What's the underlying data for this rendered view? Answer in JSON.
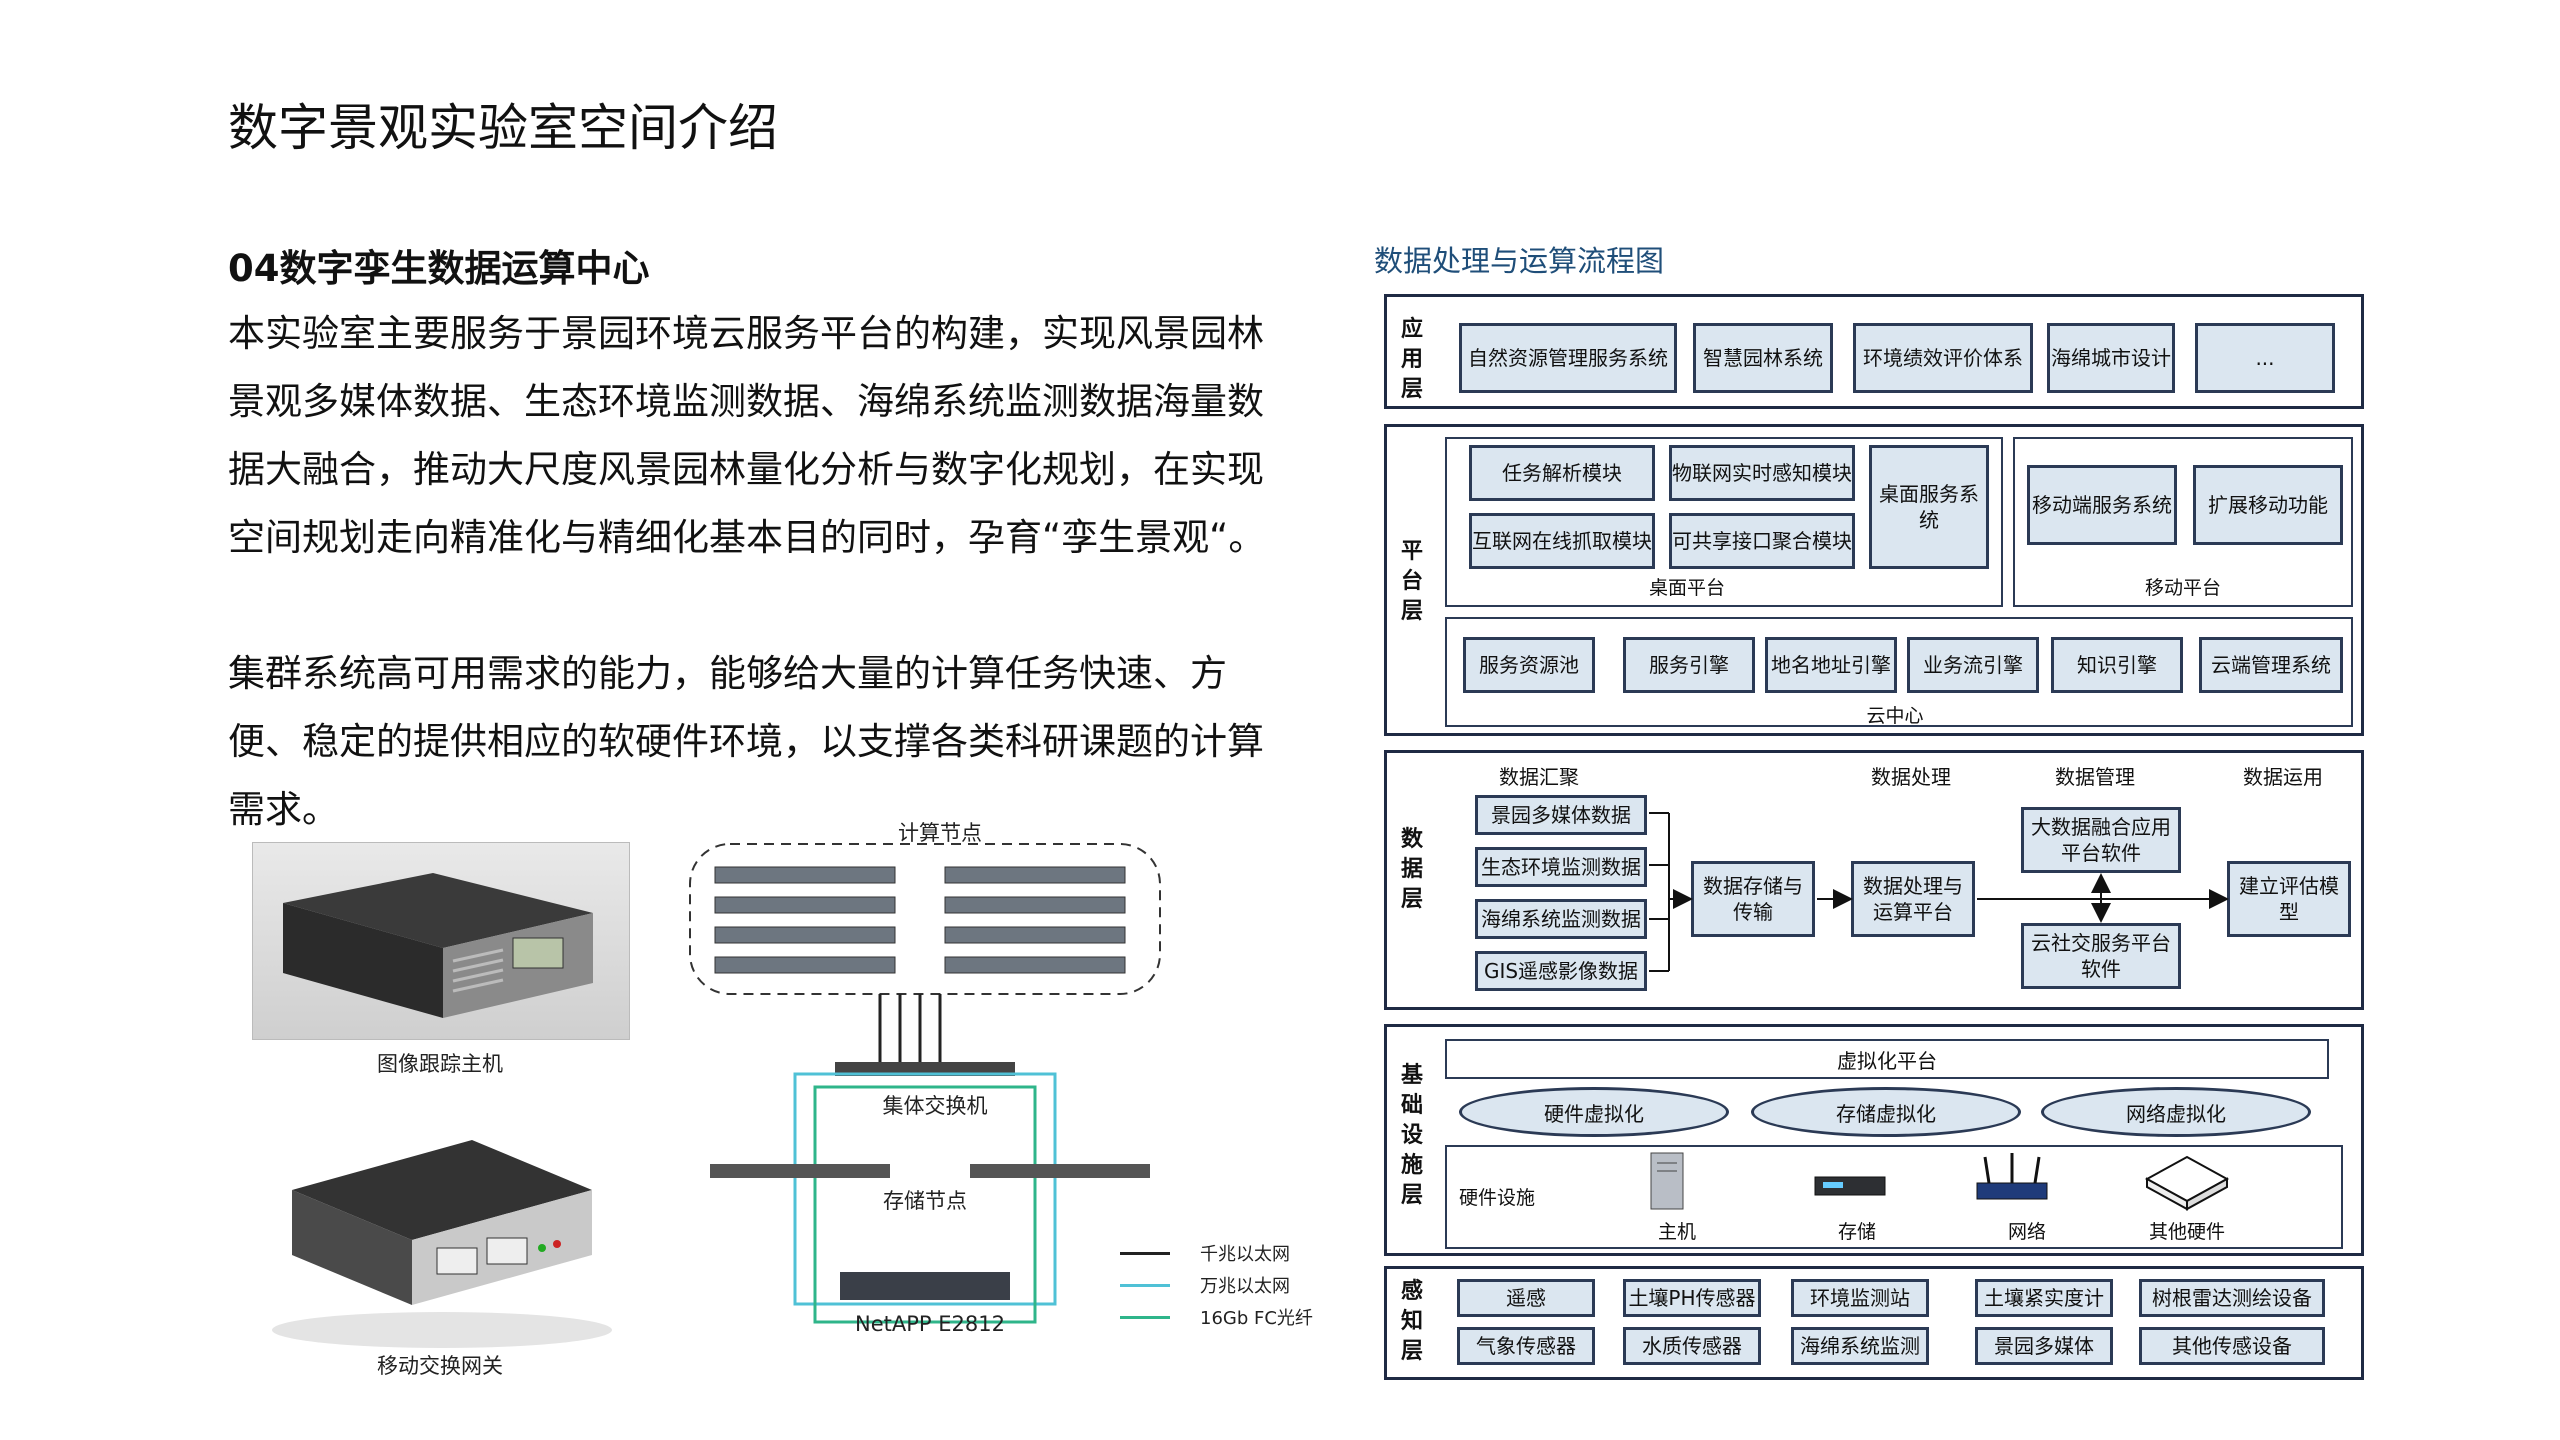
{
  "page": {
    "title": "数字景观实验室空间介绍",
    "subtitle": "04数字孪生数据运算中心",
    "para1": "本实验室主要服务于景园环境云服务平台的构建，实现风景园林景观多媒体数据、生态环境监测数据、海绵系统监测数据海量数据大融合，推动大尺度风景园林量化分析与数字化规划，在实现空间规划走向精准化与精细化基本目的同时，孕育“孪生景观“。",
    "para2": "集群系统高可用需求的能力，能够给大量的计算任务快速、方便、稳定的提供相应的软硬件环境，以支撑各类科研课题的计算需求。"
  },
  "photos": {
    "host_caption": "图像跟踪主机",
    "gateway_caption": "移动交换网关"
  },
  "network": {
    "compute_nodes": "计算节点",
    "switch": "集体交换机",
    "storage_nodes": "存储节点",
    "netapp": "NetAPP E2812",
    "legend": [
      "千兆以太网",
      "万兆以太网",
      "16Gb FC光纤"
    ],
    "colors": {
      "gigabit": "#222222",
      "tengig": "#4fc1d6",
      "fc": "#2fb58a"
    }
  },
  "diagram": {
    "title": "数据处理与运算流程图",
    "app_layer": {
      "label": "应用层",
      "items": [
        "自然资源管理服务系统",
        "智慧园林系统",
        "环境绩效评价体系",
        "海绵城市设计",
        "..."
      ]
    },
    "platform_layer": {
      "label": "平台层",
      "desktop": {
        "name": "桌面平台",
        "items": [
          "任务解析模块",
          "物联网实时感知模块",
          "互联网在线抓取模块",
          "可共享接口聚合模块",
          "桌面服务系统"
        ]
      },
      "mobile": {
        "name": "移动平台",
        "items": [
          "移动端服务系统",
          "扩展移动功能"
        ]
      },
      "cloud": {
        "name": "云中心",
        "items": [
          "服务资源池",
          "服务引擎",
          "地名地址引擎",
          "业务流引擎",
          "知识引擎",
          "云端管理系统"
        ]
      }
    },
    "data_layer": {
      "label": "数据层",
      "headers": [
        "数据汇聚",
        "数据处理",
        "数据管理",
        "数据运用"
      ],
      "sources": [
        "景园多媒体数据",
        "生态环境监测数据",
        "海绵系统监测数据",
        "GIS遥感影像数据"
      ],
      "storage": "数据存储与传输",
      "processing": "数据处理与运算平台",
      "fusion": "大数据融合应用平台软件",
      "social": "云社交服务平台软件",
      "model": "建立评估模型"
    },
    "infra_layer": {
      "label": "基础设施层",
      "virtual_platform": "虚拟化平台",
      "virtualization": [
        "硬件虚拟化",
        "存储虚拟化",
        "网络虚拟化"
      ],
      "hardware_label": "硬件设施",
      "hardware": [
        "主机",
        "存储",
        "网络",
        "其他硬件"
      ]
    },
    "sense_layer": {
      "label": "感知层",
      "row1": [
        "遥感",
        "土壤PH传感器",
        "环境监测站",
        "土壤紧实度计",
        "树根雷达测绘设备"
      ],
      "row2": [
        "气象传感器",
        "水质传感器",
        "海绵系统监测",
        "景园多媒体",
        "其他传感设备"
      ]
    }
  }
}
